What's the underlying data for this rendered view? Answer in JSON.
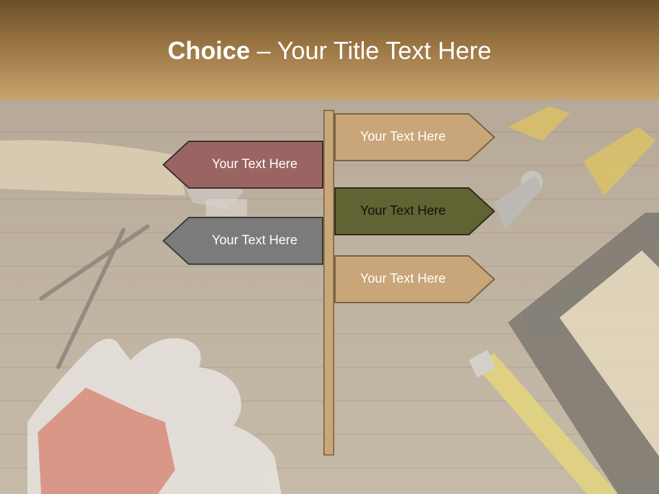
{
  "title": {
    "bold": "Choice",
    "rest": " – Your Title Text Here"
  },
  "signs": {
    "right_1": {
      "label": "Your Text Here",
      "color": "#c8a67a"
    },
    "left_1": {
      "label": "Your Text Here",
      "color": "#9a6463"
    },
    "right_2": {
      "label": "Your Text Here",
      "color": "#616332"
    },
    "left_2": {
      "label": "Your Text Here",
      "color": "#7b7b7b"
    },
    "right_3": {
      "label": "Your Text Here",
      "color": "#c8a67a"
    }
  },
  "background": {
    "photo": "workshop tools on wooden table",
    "items": [
      "hammer-icon",
      "pliers-icon",
      "nails-icon",
      "work-glove-icon",
      "tape-measure-icon",
      "picture-frame-icon"
    ]
  }
}
